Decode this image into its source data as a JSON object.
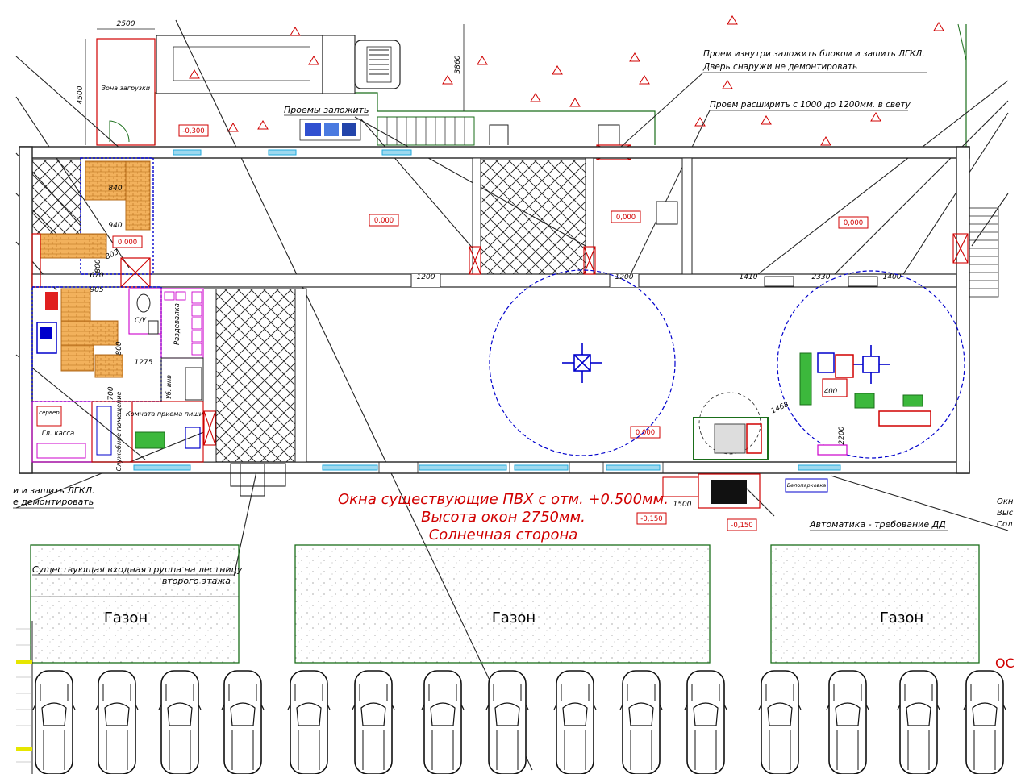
{
  "top_labels": {
    "dim_2500": "2500",
    "dim_4500": "4500",
    "dim_3860": "3860",
    "zona_zagruzki": "Зона загрузки",
    "proemy_zalozhit": "Проемы заложить",
    "note_inside_1": "Проем изнутри заложить блоком и зашить ЛГКЛ.",
    "note_inside_2": "Дверь снаружи не демонтировать",
    "note_widen": "Проем расширить с 1000 до 1200мм. в свету"
  },
  "levels": {
    "lvl_outside": "-0,300",
    "lvl_main1": "0,000",
    "lvl_main2": "0,000",
    "lvl_main3": "0,000",
    "lvl_small": "0,000",
    "lvl_circle": "0,000",
    "lvl_ext1": "-0,150",
    "lvl_ext2": "-0,150"
  },
  "dims": {
    "d840": "840",
    "d940": "940",
    "d800a": "800",
    "d803": "803",
    "d670": "670",
    "d905": "905",
    "d800b": "800",
    "d1275": "1275",
    "d700": "700",
    "d1200a": "1200",
    "d1200b": "1200",
    "d1410": "1410",
    "d2330": "2330",
    "d1400": "1400",
    "d1468": "1468",
    "d400": "400",
    "d2200": "2200",
    "d1500": "1500"
  },
  "rooms": {
    "su": "С/У",
    "razdevalka": "Раздевалка",
    "ub_inv": "Уб. инв",
    "komnata_priema": "Комната приема пищи",
    "sluzhebnoe": "Служебное помещение",
    "gl_kassa": "Гл. касса",
    "server": "сервер",
    "bench_label": "Велопарковка"
  },
  "left_notes": {
    "note1": "и и зашить ЛГКЛ.",
    "note2": "е демонтировать"
  },
  "main_note": {
    "line1": "Окна существующие ПВХ с отм. +0.500мм.",
    "line2": "Высота окон 2750мм.",
    "line3": "Солнечная сторона"
  },
  "bottom_labels": {
    "automatika": "Автоматика - требование ДД",
    "entry_1": "Существующая входная группа на лестницу",
    "entry_2": "второго этажа",
    "gazon1": "Газон",
    "gazon2": "Газон",
    "gazon3": "Газон",
    "right_cut1": "Окн",
    "right_cut2": "Выс",
    "right_cut3": "Сол",
    "oc": "ОС"
  },
  "colors": {
    "wall": "#000000",
    "red": "#d00000",
    "blue": "#0000cc",
    "cyan": "#22aadd",
    "green": "#1a6e1a",
    "orange": "#e08a2a",
    "magenta": "#cc00cc"
  }
}
